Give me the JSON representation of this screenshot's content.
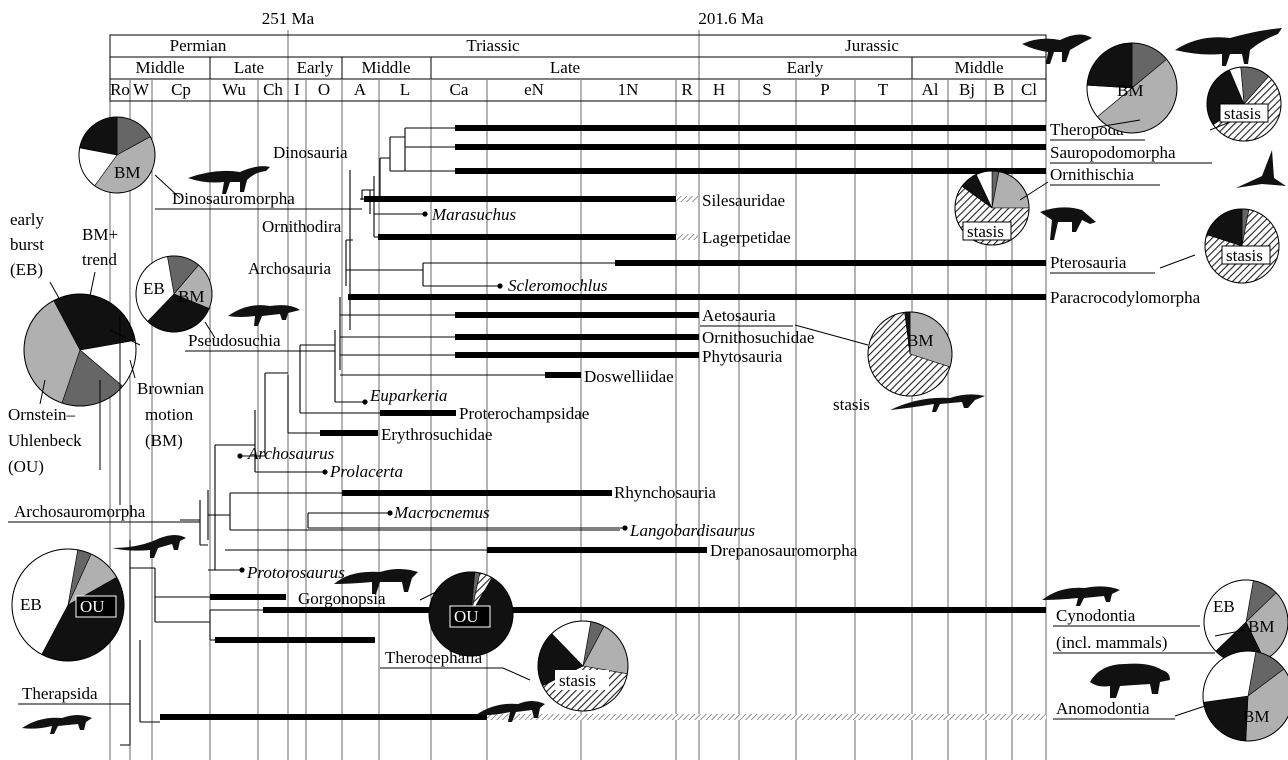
{
  "header": {
    "ma_marks": [
      "251 Ma",
      "201.6 Ma"
    ],
    "periods": [
      "Permian",
      "Triassic",
      "Jurassic"
    ],
    "epochs": [
      "Middle",
      "Late",
      "Early",
      "Middle",
      "Late",
      "Early",
      "Middle"
    ],
    "stages": [
      "Ro",
      "W",
      "Cp",
      "Wu",
      "Ch",
      "I",
      "O",
      "A",
      "L",
      "Ca",
      "eN",
      "1N",
      "R",
      "H",
      "S",
      "P",
      "T",
      "Al",
      "Bj",
      "B",
      "Cl"
    ]
  },
  "clades": [
    {
      "label": "Theropoda",
      "underline": true,
      "italic": false
    },
    {
      "label": "Sauropodomorpha",
      "underline": true,
      "italic": false
    },
    {
      "label": "Ornithischia",
      "underline": true,
      "italic": false
    },
    {
      "label": "Silesauridae",
      "underline": false,
      "italic": false
    },
    {
      "label": "Marasuchus",
      "underline": false,
      "italic": true
    },
    {
      "label": "Lagerpetidae",
      "underline": false,
      "italic": false
    },
    {
      "label": "Scleromochlus",
      "underline": false,
      "italic": true
    },
    {
      "label": "Pterosauria",
      "underline": true,
      "italic": false
    },
    {
      "label": "Paracrocodylomorpha",
      "underline": false,
      "italic": false
    },
    {
      "label": "Aetosauria",
      "underline": true,
      "italic": false
    },
    {
      "label": "Ornithosuchidae",
      "underline": false,
      "italic": false
    },
    {
      "label": "Phytosauria",
      "underline": false,
      "italic": false
    },
    {
      "label": "Doswelliidae",
      "underline": false,
      "italic": false
    },
    {
      "label": "Euparkeria",
      "underline": false,
      "italic": true
    },
    {
      "label": "Proterochampsidae",
      "underline": false,
      "italic": false
    },
    {
      "label": "Erythrosuchidae",
      "underline": false,
      "italic": false
    },
    {
      "label": "Archosaurus",
      "underline": false,
      "italic": true
    },
    {
      "label": "Prolacerta",
      "underline": false,
      "italic": true
    },
    {
      "label": "Rhynchosauria",
      "underline": false,
      "italic": false
    },
    {
      "label": "Macrocnemus",
      "underline": false,
      "italic": true
    },
    {
      "label": "Langobardisaurus",
      "underline": false,
      "italic": true
    },
    {
      "label": "Drepanosauromorpha",
      "underline": false,
      "italic": false
    },
    {
      "label": "Protorosaurus",
      "underline": false,
      "italic": true
    },
    {
      "label": "Gorgonopsia",
      "underline": true,
      "italic": false
    },
    {
      "label": "Cynodontia",
      "underline": true,
      "italic": false
    },
    {
      "label": "(incl. mammals)",
      "underline": true,
      "italic": false
    },
    {
      "label": "Therocephalia",
      "underline": true,
      "italic": false
    },
    {
      "label": "Anomodontia",
      "underline": true,
      "italic": false
    }
  ],
  "nodes": {
    "dinosauria": "Dinosauria",
    "dinosauromorpha": "Dinosauromorpha",
    "ornithodira": "Ornithodira",
    "archosauria": "Archosauria",
    "pseudosuchia": "Pseudosuchia",
    "archosauromorpha": "Archosauromorpha",
    "therapsida": "Therapsida"
  },
  "legend": {
    "eb": [
      "early",
      "burst",
      "(EB)"
    ],
    "bmtrend": [
      "BM+",
      "trend"
    ],
    "bm": [
      "Brownian",
      "motion",
      "(BM)"
    ],
    "ou": [
      "Ornstein–",
      "Uhlenbeck",
      "(OU)"
    ]
  },
  "pie_labels": {
    "bm": "BM",
    "stasis": "stasis",
    "eb": "EB",
    "ou": "OU"
  },
  "pies": [
    {
      "name": "legend-pie",
      "slices": [
        {
          "model": "EB",
          "f": 0.14
        },
        {
          "model": "BM+trend",
          "f": 0.19
        },
        {
          "model": "BM",
          "f": 0.37
        },
        {
          "model": "OU",
          "f": 0.3
        }
      ]
    },
    {
      "name": "dinosauromorpha-pie",
      "slices": [
        {
          "model": "BM+trend",
          "f": 0.17
        },
        {
          "model": "BM",
          "f": 0.43
        },
        {
          "model": "EB",
          "f": 0.18
        },
        {
          "model": "OU",
          "f": 0.22
        }
      ]
    },
    {
      "name": "archosauria-pie",
      "slices": [
        {
          "model": "BM+trend",
          "f": 0.14
        },
        {
          "model": "BM",
          "f": 0.2
        },
        {
          "model": "OU",
          "f": 0.31
        },
        {
          "model": "EB",
          "f": 0.35
        }
      ]
    },
    {
      "name": "theropoda-pie",
      "slices": [
        {
          "model": "BM+trend",
          "f": 0.14
        },
        {
          "model": "BM",
          "f": 0.5
        },
        {
          "model": "EB",
          "f": 0.12
        },
        {
          "model": "OU",
          "f": 0.24
        }
      ]
    },
    {
      "name": "sauropodomorpha-pie",
      "slices": [
        {
          "model": "BM+trend",
          "f": 0.13
        },
        {
          "model": "stasis",
          "f": 0.54
        },
        {
          "model": "OU",
          "f": 0.28
        },
        {
          "model": "EB",
          "f": 0.05
        }
      ]
    },
    {
      "name": "ornithischia-pie",
      "slices": [
        {
          "model": "BM+trend",
          "f": 0.03
        },
        {
          "model": "BM",
          "f": 0.22
        },
        {
          "model": "stasis",
          "f": 0.6
        },
        {
          "model": "OU",
          "f": 0.08
        },
        {
          "model": "EB",
          "f": 0.07
        }
      ]
    },
    {
      "name": "pterosauria-pie",
      "slices": [
        {
          "model": "BM+trend",
          "f": 0.03
        },
        {
          "model": "stasis",
          "f": 0.77
        },
        {
          "model": "OU",
          "f": 0.2
        }
      ]
    },
    {
      "name": "pseudosuchia-pie",
      "slices": [
        {
          "model": "BM",
          "f": 0.3
        },
        {
          "model": "stasis",
          "f": 0.68
        },
        {
          "model": "OU",
          "f": 0.02
        }
      ]
    },
    {
      "name": "gorgonopsia-pie",
      "slices": [
        {
          "model": "BM+trend",
          "f": 0.02
        },
        {
          "model": "stasis",
          "f": 0.05
        },
        {
          "model": "OU",
          "f": 0.93
        }
      ]
    },
    {
      "name": "therapsida-pie",
      "slices": [
        {
          "model": "BM+trend",
          "f": 0.04
        },
        {
          "model": "BM",
          "f": 0.1
        },
        {
          "model": "OU",
          "f": 0.41
        },
        {
          "model": "EB",
          "f": 0.45
        }
      ]
    },
    {
      "name": "therocephalia-pie",
      "slices": [
        {
          "model": "BM+trend",
          "f": 0.05
        },
        {
          "model": "BM",
          "f": 0.2
        },
        {
          "model": "stasis",
          "f": 0.4
        },
        {
          "model": "OU",
          "f": 0.2
        },
        {
          "model": "EB",
          "f": 0.15
        }
      ]
    },
    {
      "name": "cynodontia-pie",
      "slices": [
        {
          "model": "BM+trend",
          "f": 0.1
        },
        {
          "model": "BM",
          "f": 0.3
        },
        {
          "model": "OU",
          "f": 0.2
        },
        {
          "model": "EB",
          "f": 0.4
        }
      ]
    },
    {
      "name": "anomodontia-pie",
      "slices": [
        {
          "model": "BM+trend",
          "f": 0.12
        },
        {
          "model": "BM",
          "f": 0.36
        },
        {
          "model": "OU",
          "f": 0.22
        },
        {
          "model": "EB",
          "f": 0.3
        }
      ]
    }
  ],
  "colors": {
    "EB": "#ffffff",
    "BM+trend": "#666666",
    "BM": "#b0b0b0",
    "OU": "#111111",
    "stasis": "hatched"
  }
}
